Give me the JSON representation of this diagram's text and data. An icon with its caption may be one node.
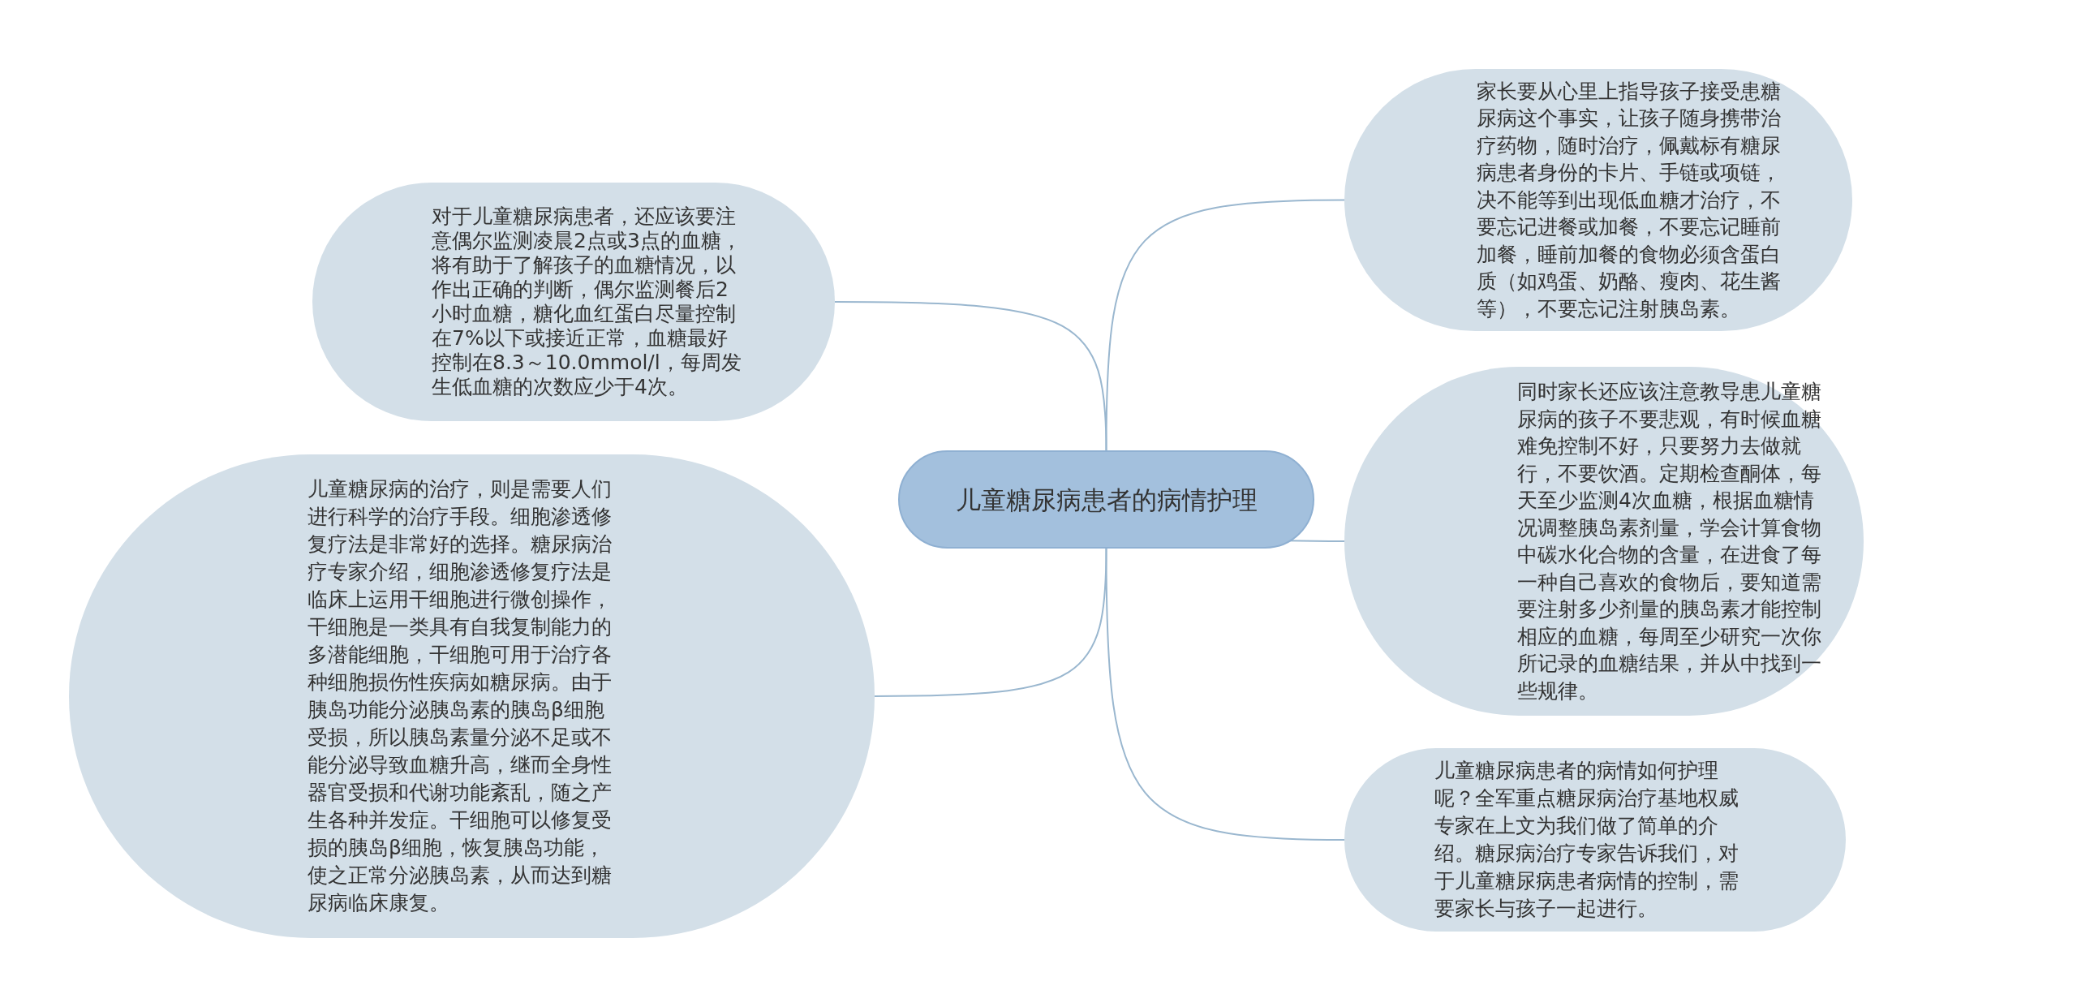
{
  "diagram": {
    "nodes": [
      {
        "text": [
          "儿童糖尿病患者的病情护理"
        ]
      },
      {
        "text": [
          "对于儿童糖尿病患者，还应该要注意偶尔监测凌晨2点或3点的血糖，将有助于了解孩子的血糖情况，以作出正确的判断，偶尔监测餐后2小时血糖，糖化血红蛋白尽量控制在7%以下或接近正常，血糖最好控制在8.3～10.0mmol/l，每周发生低血糖的次数应少于4次。"
        ]
      },
      {
        "text": [
          "儿童糖尿病的治疗，则是需要人们进行科学的治疗手段。细胞渗透修复疗法是非常好的选择。糖尿病治疗专家介绍，细胞渗透修复疗法是临床上运用干细胞进行微创操作，干细胞是一类具有自我复制能力的多潜能细胞，干细胞可用于治疗各种细胞损伤性疾病如糖尿病。由于胰岛功能分泌胰岛素的胰岛β细胞受损，所以胰岛素量分泌不足或不能分泌导致血糖升高，继而全身性器官受损和代谢功能紊乱，随之产生各种并发症。干细胞可以修复受损的胰岛β细胞，恢复胰岛功能，使之正常分泌胰岛素，从而达到糖尿病临床康复。"
        ]
      },
      {
        "text": [
          "家长要从心里上指导孩子接受患糖尿病这个事实，让孩子随身携带治疗药物，随时治疗，佩戴标有糖尿病患者身份的卡片、手链或项链，决不能等到出现低血糖才治疗，不要忘记进餐或加餐，不要忘记睡前加餐，睡前加餐的食物必须含蛋白质（如鸡蛋、奶酪、瘦肉、花生酱等），不要忘记注射胰岛素。"
        ]
      },
      {
        "text": [
          "同时家长还应该注意教导患儿童糖尿病的孩子不要悲观，有时候血糖难免控制不好，只要努力去做就行，不要饮酒。定期检查酮体，每天至少监测4次血糖，根据血糖情况调整胰岛素剂量，学会计算食物中碳水化合物的含量，在进食了每一种自己喜欢的食物后，要知道需要注射多少剂量的胰岛素才能控制相应的血糖，每周至少研究一次你所记录的血糖结果，并从中找到一些规律。"
        ]
      },
      {
        "text": [
          "儿童糖尿病患者的病情如何护理呢？全军重点糖尿病治疗基地权威专家在上文为我们做了简单的介绍。糖尿病治疗专家告诉我们，对于儿童糖尿病患者病情的控制，需要家长与孩子一起进行。"
        ]
      }
    ],
    "edges": [
      {
        "from": 0,
        "to": 1,
        "arrow": "none"
      },
      {
        "from": 0,
        "to": 2,
        "arrow": "none"
      },
      {
        "from": 0,
        "to": 3,
        "arrow": "none"
      },
      {
        "from": 0,
        "to": 4,
        "arrow": "none"
      },
      {
        "from": 0,
        "to": 5,
        "arrow": "none"
      }
    ]
  }
}
